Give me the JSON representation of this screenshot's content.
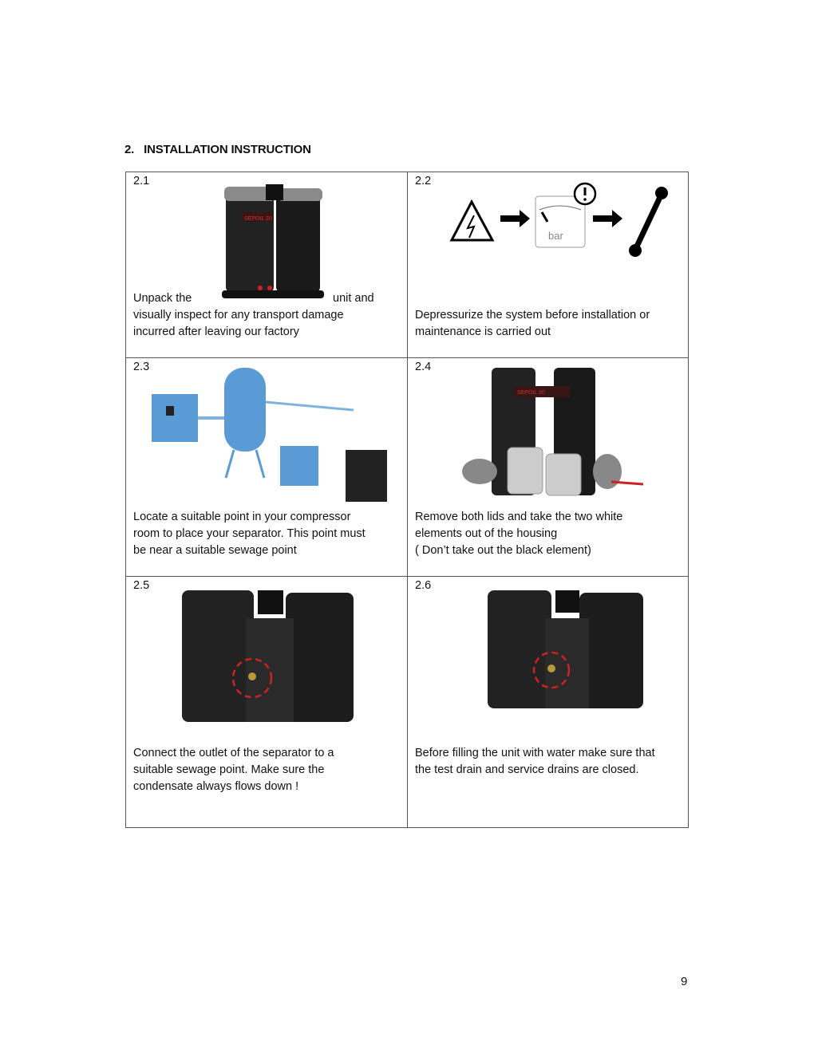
{
  "heading": {
    "number": "2.",
    "title": "INSTALLATION INSTRUCTION"
  },
  "steps": [
    {
      "num": "2.1",
      "text_before": "Unpack the",
      "text_after": "unit and",
      "lines": [
        "visually inspect for any transport damage",
        "incurred after leaving our factory"
      ],
      "figure_label": "SEPOIL 20"
    },
    {
      "num": "2.2",
      "lines": [
        "Depressurize the system before installation or",
        "maintenance is carried out"
      ],
      "gauge_label": "bar"
    },
    {
      "num": "2.3",
      "lines": [
        "Locate a suitable point in your compressor",
        "room to place your separator. This point must",
        "be near a suitable sewage point"
      ]
    },
    {
      "num": "2.4",
      "lines": [
        "Remove both lids and take the two white",
        "elements out of the housing",
        "( Don’t take out the black element)"
      ],
      "figure_label": "SEPOIL 20"
    },
    {
      "num": "2.5",
      "lines": [
        "Connect the outlet of the separator to a",
        "suitable sewage point. Make sure the",
        "condensate always flows down !"
      ]
    },
    {
      "num": "2.6",
      "lines": [
        "Before filling the unit with water make sure that",
        "the test drain and service drains are closed."
      ]
    }
  ],
  "page_number": "9",
  "colors": {
    "unit": "#222222",
    "accent": "#cc2222",
    "tank": "#5b9bd5"
  }
}
